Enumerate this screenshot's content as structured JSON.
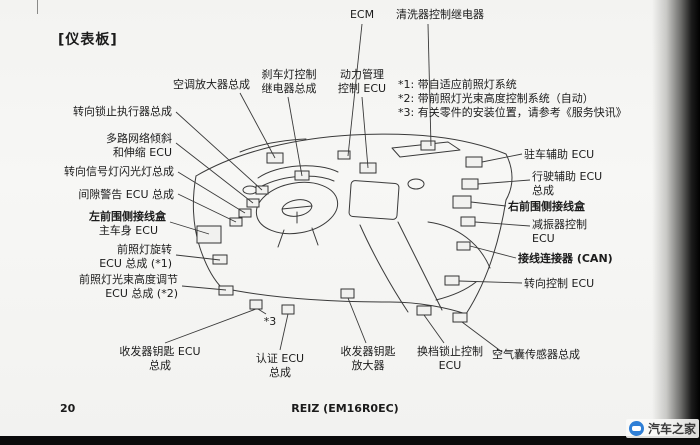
{
  "page": {
    "section_title": "[仪表板]",
    "page_number": "20",
    "doc_code": "REIZ (EM16R0EC)",
    "watermark": "汽车之家"
  },
  "notes": {
    "n1": "*1: 带自适应前照灯系统",
    "n2": "*2: 带前照灯光束高度控制系统（自动）",
    "n3": "*3: 有关零件的安装位置，请参考《服务快讯》"
  },
  "labels": {
    "ecm": "ECM",
    "washer_relay": "清洗器控制继电器",
    "ac_amplifier": "空调放大器总成",
    "stop_light_relay": "刹车灯控制\n继电器总成",
    "power_mgmt_ecu": "动力管理\n控制 ECU",
    "steering_lock": "转向锁止执行器总成",
    "multiplex_tilt": "多路网络倾斜\n和伸缩 ECU",
    "turn_signal_flasher": "转向信号灯闪光灯总成",
    "clearance_warning": "间隙警告 ECU 总成",
    "left_junction_block": "左前围侧接线盒",
    "main_body_ecu": "主车身 ECU",
    "headlight_swivel": "前照灯旋转\nECU 总成 (*1)",
    "headlight_leveling": "前照灯光束高度调节\nECU 总成 (*2)",
    "parking_assist": "驻车辅助 ECU",
    "driving_support": "行驶辅助 ECU\n总成",
    "right_junction_block": "右前围侧接线盒",
    "absorber_control": "减振器控制\nECU",
    "junction_connector_can": "接线连接器 (CAN)",
    "steering_control": "转向控制 ECU",
    "star3": "*3",
    "transponder_key_ecu": "收发器钥匙 ECU\n总成",
    "certification_ecu": "认证 ECU\n总成",
    "transponder_key_amp": "收发器钥匙\n放大器",
    "shift_lock_ecu": "换档锁止控制\nECU",
    "airbag_sensor": "空气囊传感器总成"
  }
}
